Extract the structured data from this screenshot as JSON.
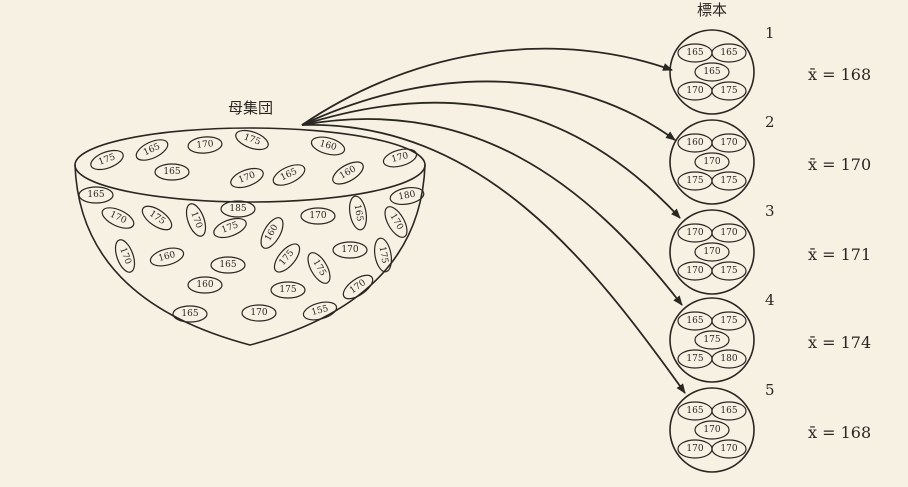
{
  "population_label": "母集団",
  "sample_header": "標本",
  "population_values": [
    "175",
    "165",
    "170",
    "175",
    "160",
    "170",
    "165",
    "170",
    "165",
    "160",
    "165",
    "180",
    "170",
    "175",
    "170",
    "185",
    "175",
    "160",
    "170",
    "165",
    "170",
    "170",
    "160",
    "165",
    "175",
    "175",
    "170",
    "175",
    "160",
    "175",
    "170",
    "165",
    "170",
    "155"
  ],
  "samples": [
    {
      "number": "1",
      "values": [
        "165",
        "165",
        "165",
        "170",
        "175"
      ],
      "mean_label": "x̄ = 168"
    },
    {
      "number": "2",
      "values": [
        "160",
        "170",
        "170",
        "175",
        "175"
      ],
      "mean_label": "x̄ = 170"
    },
    {
      "number": "3",
      "values": [
        "170",
        "170",
        "170",
        "170",
        "175"
      ],
      "mean_label": "x̄ = 171"
    },
    {
      "number": "4",
      "values": [
        "165",
        "175",
        "175",
        "175",
        "180"
      ],
      "mean_label": "x̄ = 174"
    },
    {
      "number": "5",
      "values": [
        "165",
        "165",
        "170",
        "170",
        "170"
      ],
      "mean_label": "x̄ = 168"
    }
  ],
  "colors": {
    "background": "#f7f1e4",
    "ink": "#2a2622"
  }
}
